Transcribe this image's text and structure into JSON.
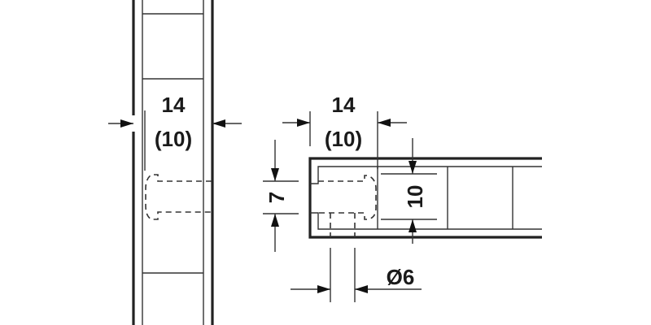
{
  "drawing": {
    "type": "technical-dimension-drawing",
    "colors": {
      "line": "#222222",
      "background": "#ffffff"
    },
    "left_view": {
      "width_dimension": {
        "primary": "14",
        "secondary": "(10)"
      }
    },
    "right_view": {
      "width_dimension": {
        "primary": "14",
        "secondary": "(10)"
      },
      "height_dimension_left": "7",
      "height_dimension_right": "10",
      "diameter_dimension": "Ø6"
    }
  }
}
